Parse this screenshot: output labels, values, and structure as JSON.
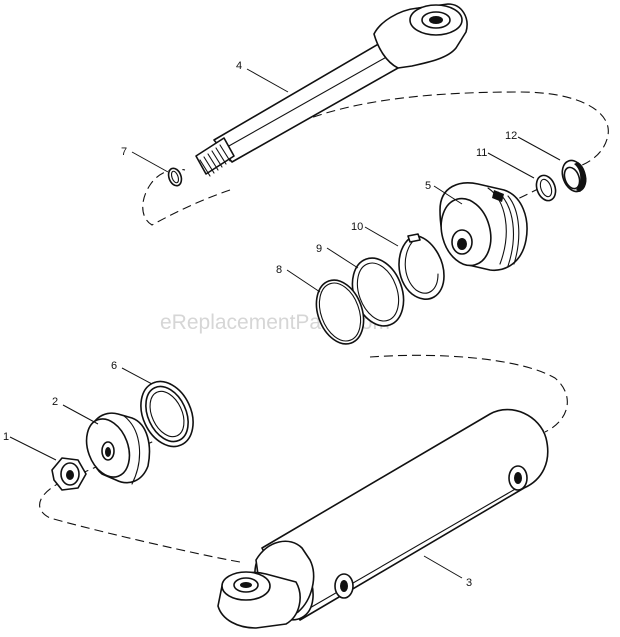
{
  "watermark": "eReplacementParts.com",
  "callouts": [
    {
      "id": "1",
      "label": "1"
    },
    {
      "id": "2",
      "label": "2"
    },
    {
      "id": "3",
      "label": "3"
    },
    {
      "id": "4",
      "label": "4"
    },
    {
      "id": "5",
      "label": "5"
    },
    {
      "id": "6",
      "label": "6"
    },
    {
      "id": "7",
      "label": "7"
    },
    {
      "id": "8",
      "label": "8"
    },
    {
      "id": "9",
      "label": "9"
    },
    {
      "id": "10",
      "label": "10"
    },
    {
      "id": "11",
      "label": "11"
    },
    {
      "id": "12",
      "label": "12"
    }
  ]
}
